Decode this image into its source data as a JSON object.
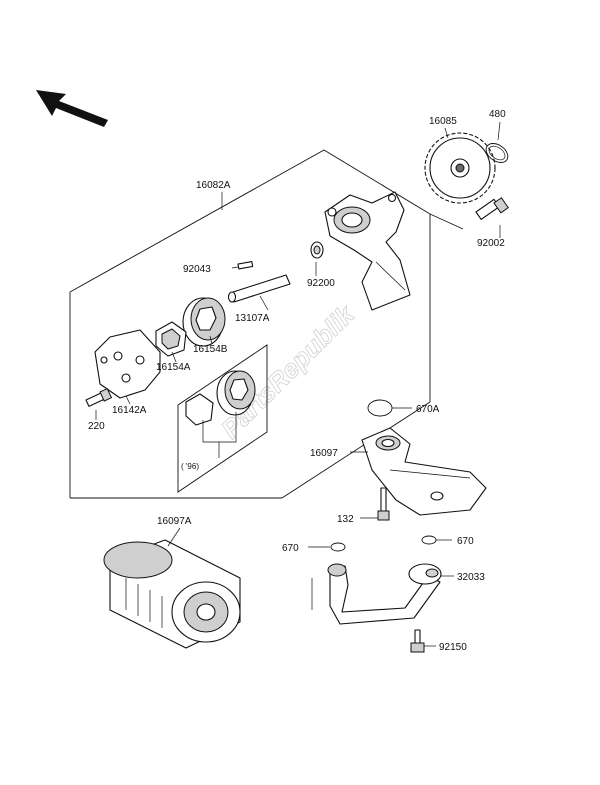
{
  "diagram": {
    "watermark": "PartsRepublik",
    "note": "( '96)",
    "labels": {
      "p16085": "16085",
      "p480": "480",
      "p16082A": "16082A",
      "p92002": "92002",
      "p92043": "92043",
      "p92200": "92200",
      "p13107A": "13107A",
      "p16154B": "16154B",
      "p16154A": "16154A",
      "p16142A": "16142A",
      "p220": "220",
      "p670A": "670A",
      "p16097": "16097",
      "p132": "132",
      "p16097A": "16097A",
      "p670_left": "670",
      "p670_right": "670",
      "p32033": "32033",
      "p92150": "92150"
    }
  }
}
